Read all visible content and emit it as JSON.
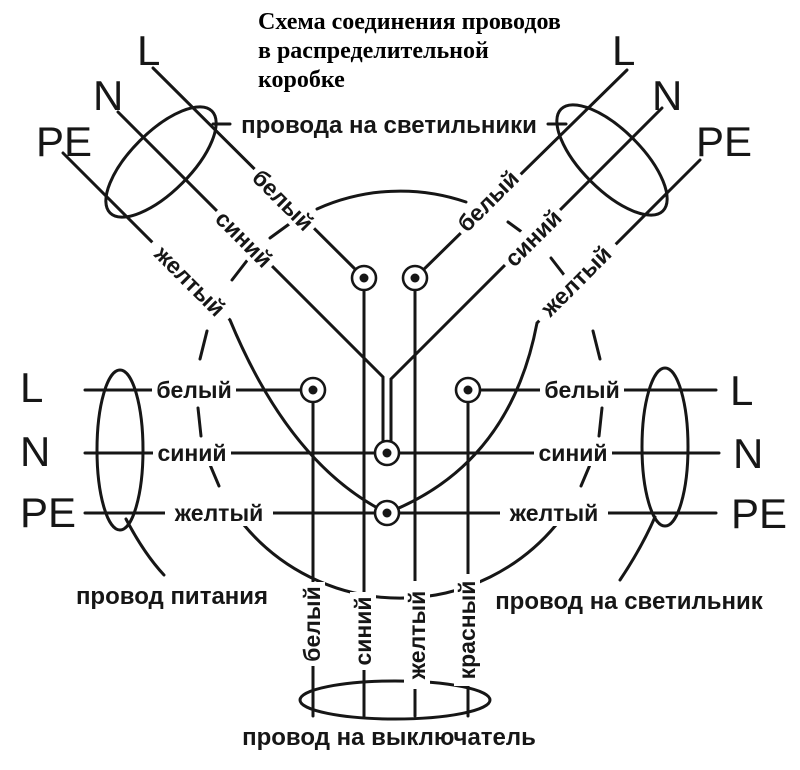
{
  "title": {
    "lines": [
      "Схема соединения проводов",
      "в распределительной",
      "коробке"
    ]
  },
  "top_label": "провода на светильники",
  "cable_top_left": {
    "terminals": [
      "L",
      "N",
      "PE"
    ],
    "wires": [
      "белый",
      "синий",
      "желтый"
    ]
  },
  "cable_top_right": {
    "terminals": [
      "L",
      "N",
      "PE"
    ],
    "wires": [
      "белый",
      "синий",
      "желтый"
    ]
  },
  "cable_left": {
    "terminals": [
      "L",
      "N",
      "PE"
    ],
    "wires": [
      "белый",
      "синий",
      "желтый"
    ],
    "label": "провод питания"
  },
  "cable_right": {
    "terminals": [
      "L",
      "N",
      "PE"
    ],
    "wires": [
      "белый",
      "синий",
      "желтый"
    ],
    "label": "провод на светильник"
  },
  "cable_bottom": {
    "wires": [
      "белый",
      "синий",
      "желтый",
      "красный"
    ],
    "label": "провод на выключатель"
  },
  "colors": {
    "ink": "#161616",
    "background": "#ffffff"
  }
}
